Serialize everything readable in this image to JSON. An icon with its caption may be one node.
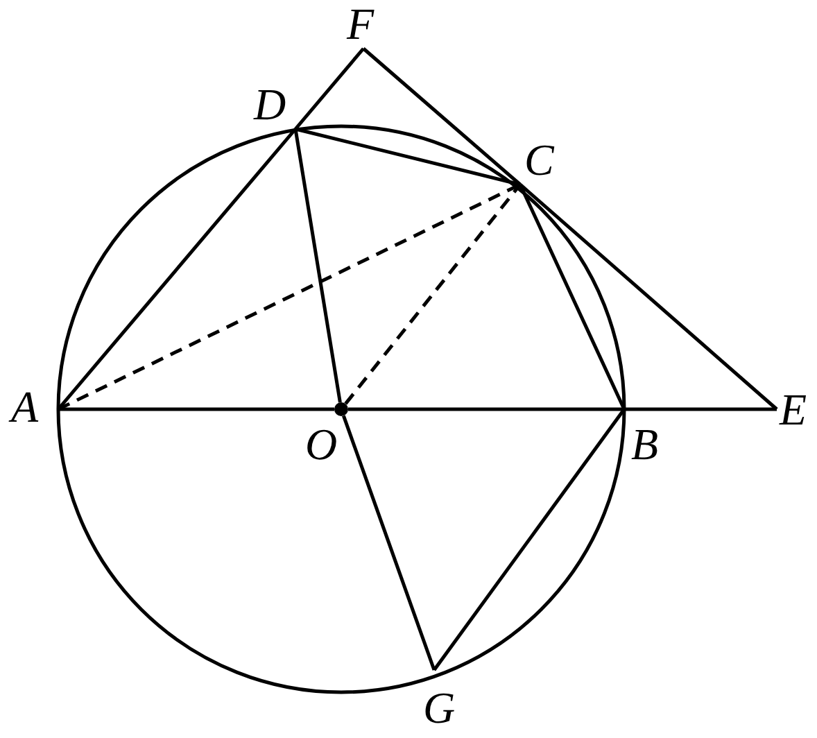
{
  "diagram": {
    "nodes": [
      {
        "text": [
          "F"
        ]
      },
      {
        "text": [
          "D"
        ]
      },
      {
        "text": [
          "C"
        ]
      },
      {
        "text": [
          "A"
        ]
      },
      {
        "text": [],
        "shape": "circle",
        "beside": [
          "O"
        ]
      },
      {
        "text": [
          "B"
        ]
      },
      {
        "text": [
          "E"
        ]
      },
      {
        "text": [
          "G"
        ]
      }
    ],
    "edges": [
      {
        "from": 3,
        "to": 1,
        "arrow": "none"
      },
      {
        "from": 1,
        "to": 0,
        "arrow": "none"
      },
      {
        "from": 0,
        "to": 2,
        "arrow": "none"
      },
      {
        "from": 2,
        "to": 6,
        "arrow": "none"
      },
      {
        "from": 3,
        "to": 4,
        "arrow": "none"
      },
      {
        "from": 4,
        "to": 5,
        "arrow": "none"
      },
      {
        "from": 5,
        "to": 6,
        "arrow": "none"
      },
      {
        "from": 1,
        "to": 2,
        "arrow": "none"
      },
      {
        "from": 2,
        "to": 5,
        "arrow": "none"
      },
      {
        "from": 1,
        "to": 4,
        "arrow": "none"
      },
      {
        "from": 4,
        "to": 7,
        "arrow": "none"
      },
      {
        "from": 7,
        "to": 5,
        "arrow": "none"
      },
      {
        "from": 3,
        "to": 2,
        "arrow": "none",
        "style": "dashed"
      },
      {
        "from": 4,
        "to": 2,
        "arrow": "none",
        "style": "dashed"
      }
    ]
  }
}
